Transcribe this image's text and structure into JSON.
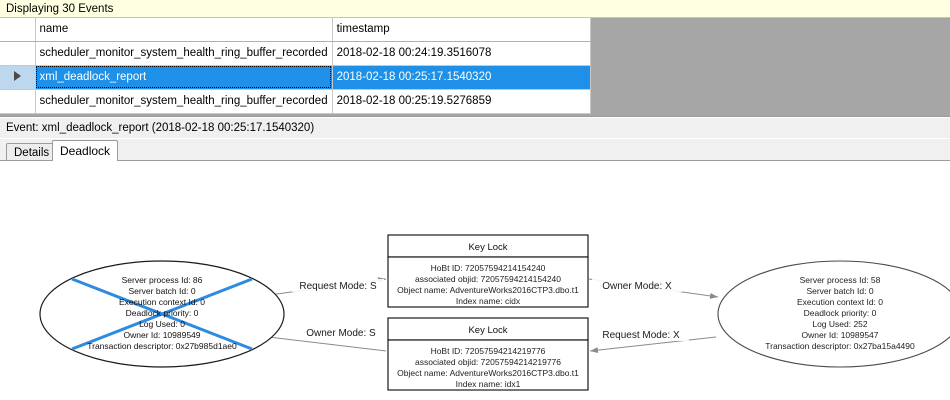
{
  "banner": {
    "text": "Displaying 30 Events"
  },
  "grid": {
    "columns": [
      "name",
      "timestamp"
    ],
    "rows": [
      {
        "selected": false,
        "name": "scheduler_monitor_system_health_ring_buffer_recorded",
        "timestamp": "2018-02-18 00:24:19.3516078"
      },
      {
        "selected": true,
        "name": "xml_deadlock_report",
        "timestamp": "2018-02-18 00:25:17.1540320"
      },
      {
        "selected": false,
        "name": "scheduler_monitor_system_health_ring_buffer_recorded",
        "timestamp": "2018-02-18 00:25:19.5276859"
      }
    ],
    "selection_color": "#1E90E8",
    "selector_color": "#BDD7EE",
    "empty_area_color": "#A6A6A6"
  },
  "event_header": {
    "text": "Event: xml_deadlock_report (2018-02-18 00:25:17.1540320)"
  },
  "tabs": [
    {
      "label": "Details",
      "active": false
    },
    {
      "label": "Deadlock",
      "active": true
    }
  ],
  "deadlock_graph": {
    "victim_marker_color": "#2E8BE0",
    "process_left": {
      "server_process_id": "Server process Id: 86",
      "server_batch_id": "Server batch Id: 0",
      "execution_context_id": "Execution context Id: 0",
      "deadlock_priority": "Deadlock priority: 0",
      "log_used": "Log Used: 0",
      "owner_id": "Owner Id: 10989549",
      "transaction_descriptor": "Transaction descriptor: 0x27b985d1ae0"
    },
    "process_right": {
      "server_process_id": "Server process Id: 58",
      "server_batch_id": "Server batch Id: 0",
      "execution_context_id": "Execution context Id: 0",
      "deadlock_priority": "Deadlock priority: 0",
      "log_used": "Log Used: 252",
      "owner_id": "Owner Id: 10989547",
      "transaction_descriptor": "Transaction descriptor: 0x27ba15a4490"
    },
    "resource_top": {
      "title": "Key Lock",
      "hobt_id": "HoBt ID: 72057594214154240",
      "associated_objid": "associated objid: 72057594214154240",
      "object_name": "Object name: AdventureWorks2016CTP3.dbo.t1",
      "index_name": "Index name: cidx"
    },
    "resource_bottom": {
      "title": "Key Lock",
      "hobt_id": "HoBt ID: 72057594214219776",
      "associated_objid": "associated objid: 72057594214219776",
      "object_name": "Object name: AdventureWorks2016CTP3.dbo.t1",
      "index_name": "Index name: idx1"
    },
    "edges": {
      "left_request": "Request Mode: S",
      "left_owner": "Owner Mode: S",
      "right_owner": "Owner Mode: X",
      "right_request": "Request Mode: X"
    }
  }
}
